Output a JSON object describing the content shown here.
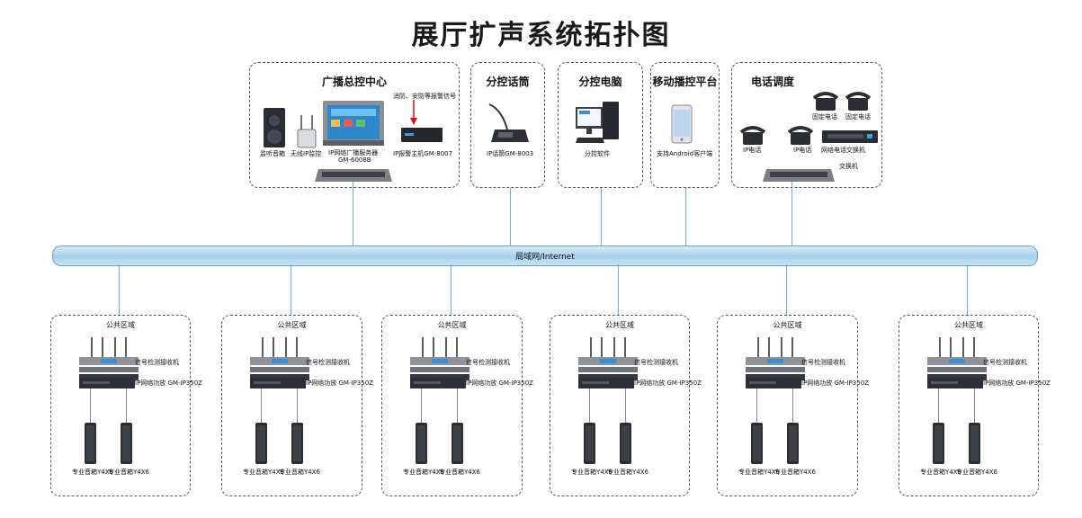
{
  "title": "展厅扩声系统拓扑图",
  "network_label": "局域网/Internet",
  "broadcast_center": {
    "title": "广播总控中心",
    "monitor_speaker": "监听音箱",
    "wireless_monitor": "无线IP监控",
    "server_label_1": "IP网络广播服务器",
    "server_label_2": "GM-6008B",
    "alarm_host": "IP报警主机GM-8007",
    "fire_signal": "消防、安防等报警信号"
  },
  "mic_box": {
    "title": "分控话筒",
    "device": "IP话筒GM-8003"
  },
  "pc_box": {
    "title": "分控电脑",
    "device": "分控软件"
  },
  "mobile_box": {
    "title": "移动播控平台",
    "device": "支持Android客户端"
  },
  "phone_box": {
    "title": "电话调度",
    "fixed_phone_1": "固定电话",
    "fixed_phone_2": "固定电话",
    "ip_phone_1": "IP电话",
    "ip_phone_2": "IP电话",
    "network_exchange": "网络电话交换机",
    "switch": "交换机"
  },
  "zones": [
    {
      "title": "公共区域",
      "receiver": "信号检测接收机",
      "amp": "IP网络功放 GM-IP350Z",
      "speaker_1": "专业音箱Y4X6",
      "speaker_2": "专业音箱Y4X6"
    },
    {
      "title": "公共区域",
      "receiver": "信号检测接收机",
      "amp": "IP网络功放 GM-IP350Z",
      "speaker_1": "专业音箱Y4X6",
      "speaker_2": "专业音箱Y4X6"
    },
    {
      "title": "公共区域",
      "receiver": "信号检测接收机",
      "amp": "IP网络功放 GM-IP350Z",
      "speaker_1": "专业音箱Y4X6",
      "speaker_2": "专业音箱Y4X6"
    },
    {
      "title": "公共区域",
      "receiver": "信号检测接收机",
      "amp": "IP网络功放 GM-IP350Z",
      "speaker_1": "专业音箱Y4X6",
      "speaker_2": "专业音箱Y4X6"
    },
    {
      "title": "公共区域",
      "receiver": "信号检测接收机",
      "amp": "IP网络功放 GM-IP350Z",
      "speaker_1": "专业音箱Y4X6",
      "speaker_2": "专业音箱Y4X6"
    },
    {
      "title": "公共区域",
      "receiver": "信号检测接收机",
      "amp": "IP网络功放 GM-IP350Z",
      "speaker_1": "专业音箱Y4X6",
      "speaker_2": "专业音箱Y4X6"
    }
  ]
}
